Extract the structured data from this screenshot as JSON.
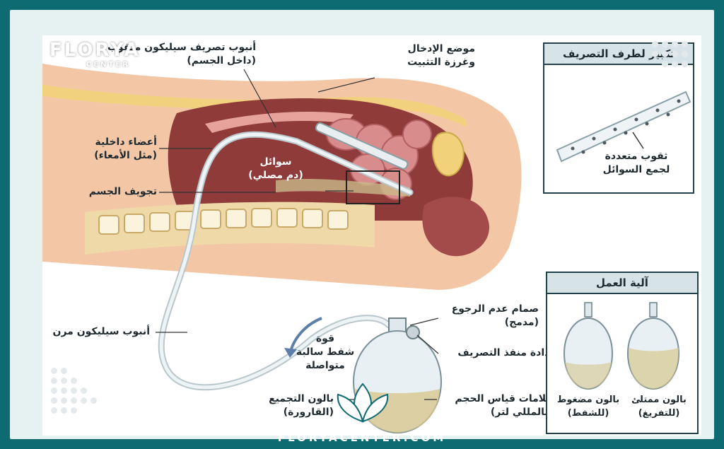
{
  "brand": {
    "logo": "FLORYA",
    "logo_sub": "CENTER",
    "footer": "FLORYACENTER.COM"
  },
  "labels": {
    "tube_inside": "أنبوب تصريف سيليكون مثقوب\n(داخل الجسم)",
    "insertion_site": "موضع الإدخال\nوغرزة التثبيت",
    "internal_organs": "أعضاء داخلية\n(مثل الأمعاء)",
    "fluids": "سوائل\n(دم مصلي)",
    "body_cavity": "تجويف الجسم",
    "flexible_tube": "أنبوب سيليكون مرن",
    "suction": "قوة\nشفط سالبة\nمتواصلة",
    "check_valve": "صمام عدم الرجوع\n(مدمج)",
    "drain_cap": "سدادة منفذ التصريف",
    "volume_marks": "علامات قياس الحجم\n(بالمللي لتر)",
    "collection_bulb": "بالون التجميع\n(القارورة)"
  },
  "zoom_box": {
    "title": "تكبير لطرف التصريف",
    "caption": "ثقوب متعددة\nلجمع السوائل"
  },
  "mechanism_box": {
    "title": "آلية العمل",
    "compressed": "بالون مضغوط\n(للشفط)",
    "full": "بالون ممتلئ\n(للتفريغ)"
  },
  "colors": {
    "teal_border": "#0f6b72",
    "skin": "#f3c7a6",
    "cavity": "#8e3b3a",
    "intestine": "#d98c8c",
    "fat": "#f1d27a",
    "tube": "#e9eef0"
  }
}
